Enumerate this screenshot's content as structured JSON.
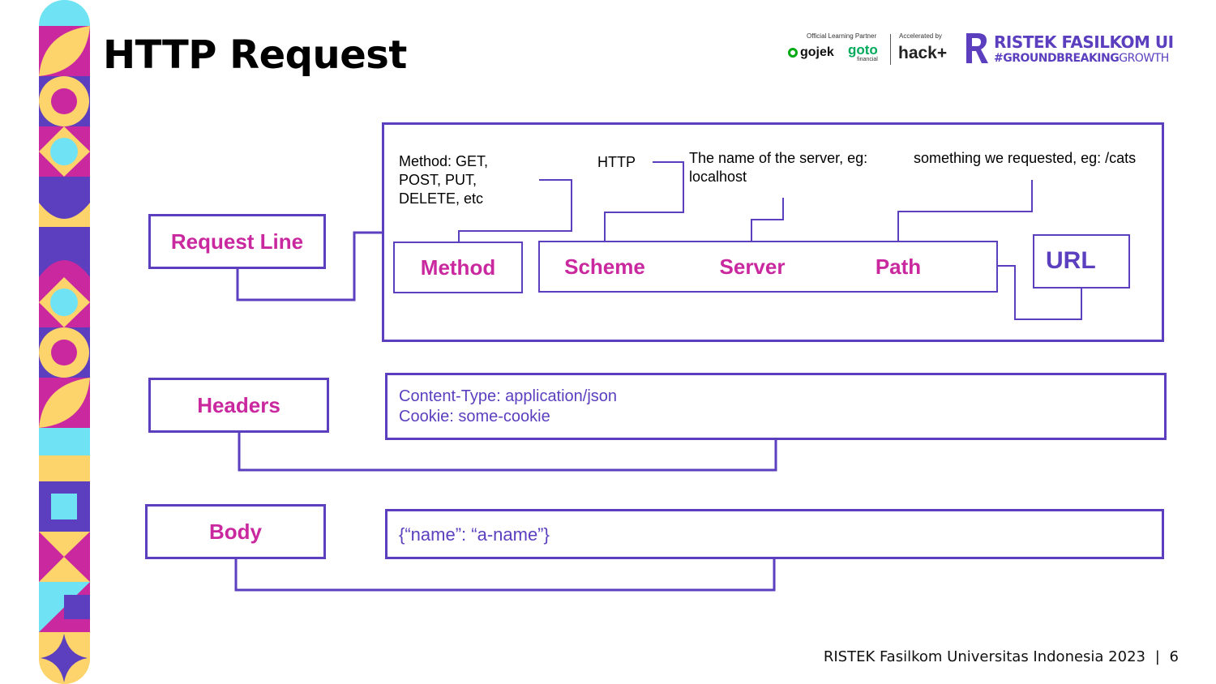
{
  "header": {
    "title": "HTTP Request"
  },
  "logos": {
    "partner_caption": "Official Learning Partner",
    "gojek": "gojek",
    "goto": "goto",
    "goto_sub": "financial",
    "accelerated_caption": "Accelerated by",
    "hack": "hack+",
    "brand_name": "RISTEK FASILKOM UI",
    "tagline_bold": "#GROUNDBREAKING",
    "tagline_light": "GROWTH"
  },
  "diagram": {
    "request_line": {
      "label": "Request Line",
      "parts": {
        "method": "Method",
        "scheme": "Scheme",
        "server": "Server",
        "path": "Path",
        "url": "URL"
      },
      "notes": {
        "method": [
          "Method: GET,",
          "POST, PUT,",
          "DELETE, etc"
        ],
        "scheme": "HTTP",
        "server": [
          "The name of the server, eg:",
          "localhost"
        ],
        "path": "something we requested, eg: /cats"
      }
    },
    "headers": {
      "label": "Headers",
      "lines": [
        "Content-Type: application/json",
        "Cookie: some-cookie"
      ]
    },
    "body": {
      "label": "Body",
      "value": "{“name”: “a-name”}"
    }
  },
  "footer": {
    "text": "RISTEK Fasilkom Universitas Indonesia 2023",
    "separator": "|",
    "page": "6"
  },
  "colors": {
    "primary": "#5b3fbf",
    "accent": "#c9289f",
    "yellow": "#fdd36b",
    "cyan": "#6fe3f3"
  }
}
